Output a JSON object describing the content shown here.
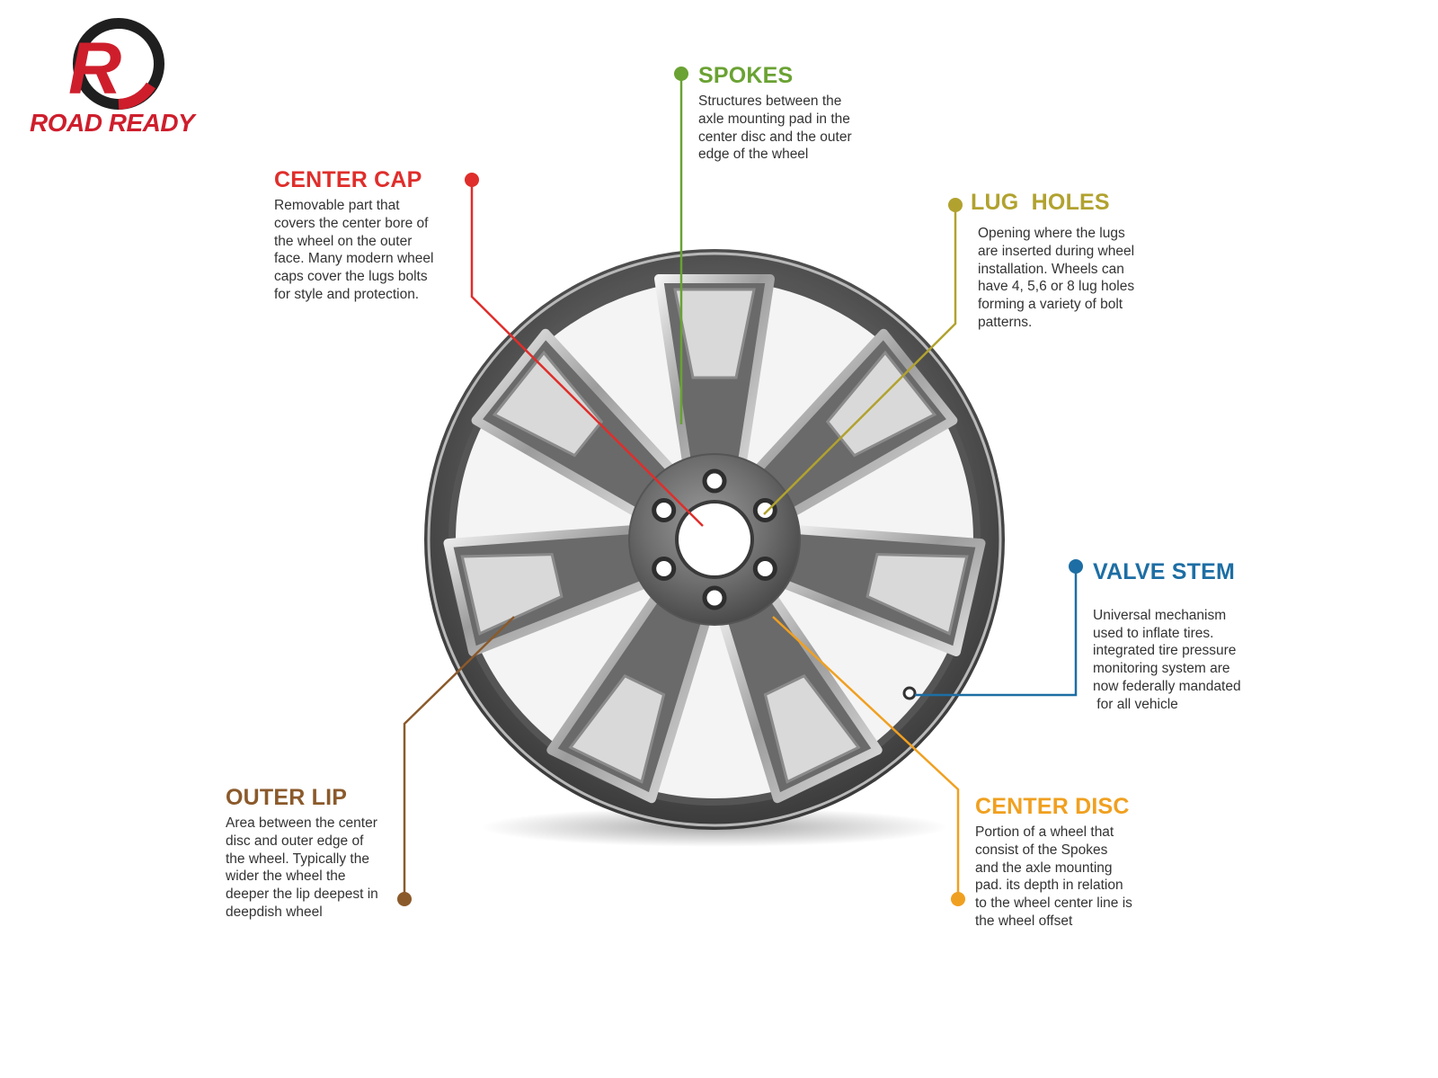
{
  "brand": {
    "name": "ROAD READY",
    "logo_letter": "R",
    "color_red": "#ce1e2c",
    "color_dark": "#1f1f1f"
  },
  "callouts": {
    "spokes": {
      "title": "SPOKES",
      "color": "#6aa233",
      "lines": [
        "Structures between the",
        "axle mounting pad in the",
        "center disc and the outer",
        "edge of the wheel"
      ]
    },
    "center_cap": {
      "title": "CENTER CAP",
      "color": "#df2e2b",
      "lines": [
        "Removable part that",
        "covers the center bore of",
        "the wheel on the outer",
        "face. Many modern wheel",
        "caps cover the lugs bolts",
        "for style and protection."
      ]
    },
    "lug_holes": {
      "title": "LUG  HOLES",
      "color": "#b1a22f",
      "lines": [
        "Opening where the lugs",
        "are inserted during wheel",
        "installation. Wheels can",
        "have 4, 5,6 or 8 lug holes",
        "forming a variety of bolt",
        "patterns."
      ]
    },
    "valve_stem": {
      "title": "VALVE STEM",
      "color": "#1d6ea4",
      "lines": [
        "Universal mechanism",
        "used to inflate tires.",
        "integrated tire pressure",
        "monitoring system are",
        "now federally mandated",
        " for all vehicle"
      ]
    },
    "outer_lip": {
      "title": "OUTER LIP",
      "color": "#8b5a2b",
      "lines": [
        "Area between the center",
        "disc and outer edge of",
        "the wheel. Typically the",
        "wider the wheel the",
        "deeper the lip deepest in",
        "deepdish wheel"
      ]
    },
    "center_disc": {
      "title": "CENTER DISC",
      "color": "#f0a020",
      "lines": [
        "Portion of a wheel that",
        "consist of the Spokes",
        "and the axle mounting",
        "pad. its depth in relation",
        "to the wheel center line is",
        "the wheel offset"
      ]
    }
  }
}
